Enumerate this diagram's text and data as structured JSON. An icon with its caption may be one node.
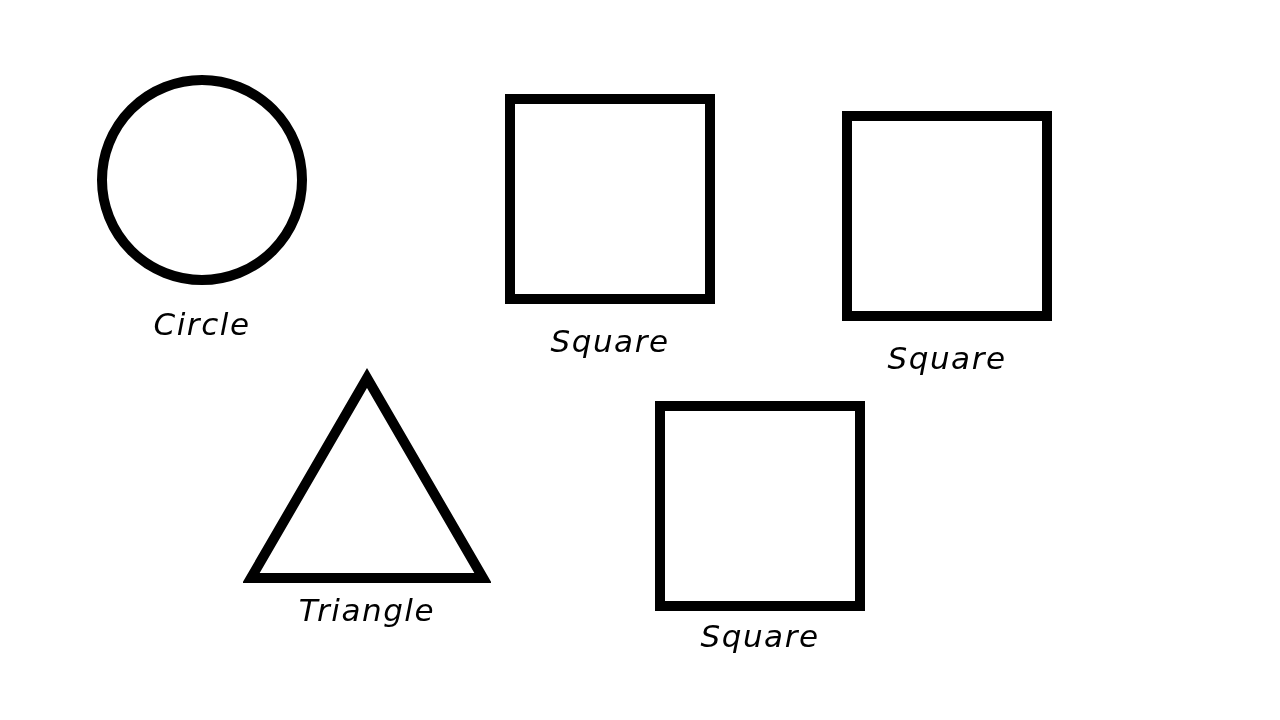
{
  "diagram": {
    "nodes": [
      {
        "text": [],
        "shape": "circle",
        "beside": [
          "Circle"
        ]
      },
      {
        "text": [],
        "shape": "box",
        "beside": [
          "Square"
        ]
      },
      {
        "text": [],
        "shape": "box",
        "beside": [
          "Square"
        ]
      },
      {
        "text": [],
        "shape": "triangle",
        "beside": [
          "Triangle"
        ]
      },
      {
        "text": [],
        "shape": "box",
        "beside": [
          "Square"
        ]
      }
    ]
  }
}
